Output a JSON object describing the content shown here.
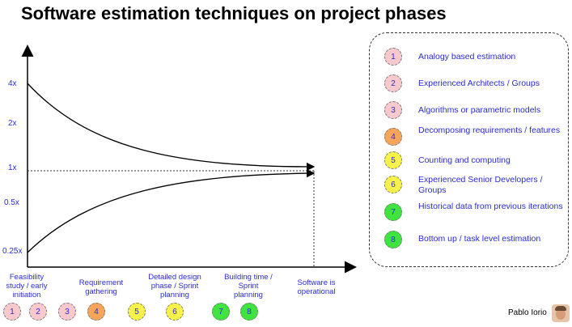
{
  "title": "Software estimation techniques on project phases",
  "colors": {
    "pink": "#f7c8cc",
    "orange": "#f6a55a",
    "yellow": "#f7f24a",
    "green": "#3fe43f",
    "text_blue": "#2b2bd6"
  },
  "y_axis_labels": [
    "4x",
    "2x",
    "1x",
    "0.5x",
    "0.25x"
  ],
  "phases": [
    {
      "label": "Feasibility study / early initiation"
    },
    {
      "label": "Requirement gathering"
    },
    {
      "label": "Detailed design phase / Sprint planning"
    },
    {
      "label": "Building time / Sprint planning"
    },
    {
      "label": "Software is operational"
    }
  ],
  "phase_circles": [
    {
      "number": "1",
      "color": "pink"
    },
    {
      "number": "2",
      "color": "pink"
    },
    {
      "number": "3",
      "color": "pink"
    },
    {
      "number": "4",
      "color": "orange"
    },
    {
      "number": "5",
      "color": "yellow"
    },
    {
      "number": "6",
      "color": "yellow"
    },
    {
      "number": "7",
      "color": "green"
    },
    {
      "number": "8",
      "color": "green"
    }
  ],
  "legend": [
    {
      "number": "1",
      "color": "pink",
      "text": "Analogy based estimation"
    },
    {
      "number": "2",
      "color": "pink",
      "text": "Experienced Architects / Groups"
    },
    {
      "number": "3",
      "color": "pink",
      "text": "Algorithms or parametric models"
    },
    {
      "number": "4",
      "color": "orange",
      "text": "Decomposing requirements / features"
    },
    {
      "number": "5",
      "color": "yellow",
      "text": "Counting and computing"
    },
    {
      "number": "6",
      "color": "yellow",
      "text": "Experienced Senior Developers / Groups"
    },
    {
      "number": "7",
      "color": "green",
      "text": "Historical data from previous iterations"
    },
    {
      "number": "8",
      "color": "green",
      "text": "Bottom up / task level estimation"
    }
  ],
  "author": "Pablo Iorio"
}
